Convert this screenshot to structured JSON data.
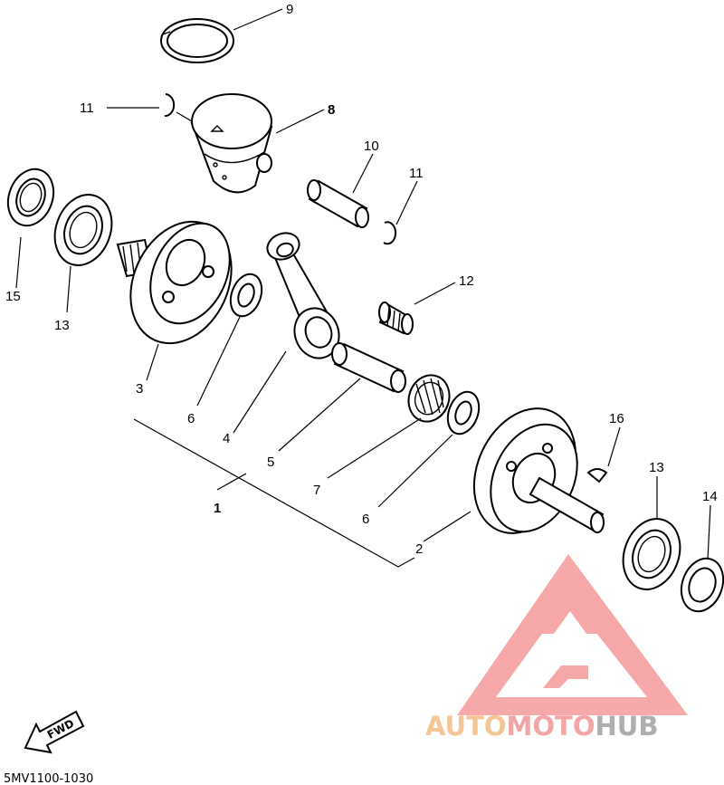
{
  "callouts": {
    "c1": "1",
    "c2": "2",
    "c3": "3",
    "c4": "4",
    "c5": "5",
    "c6a": "6",
    "c6b": "6",
    "c7": "7",
    "c8": "8",
    "c9": "9",
    "c10": "10",
    "c11a": "11",
    "c11b": "11",
    "c12": "12",
    "c13a": "13",
    "c13b": "13",
    "c14": "14",
    "c15": "15",
    "c16": "16"
  },
  "fwd_label": "FWD",
  "part_code": "5MV1100-1030",
  "watermark": {
    "auto": "AUTO",
    "moto": "MOTO",
    "hub": "HUB",
    "colors": {
      "auto": "#f5c08a",
      "moto": "#f29b9b",
      "hub": "#a6a6a6",
      "logo": "#f59a9a"
    }
  }
}
